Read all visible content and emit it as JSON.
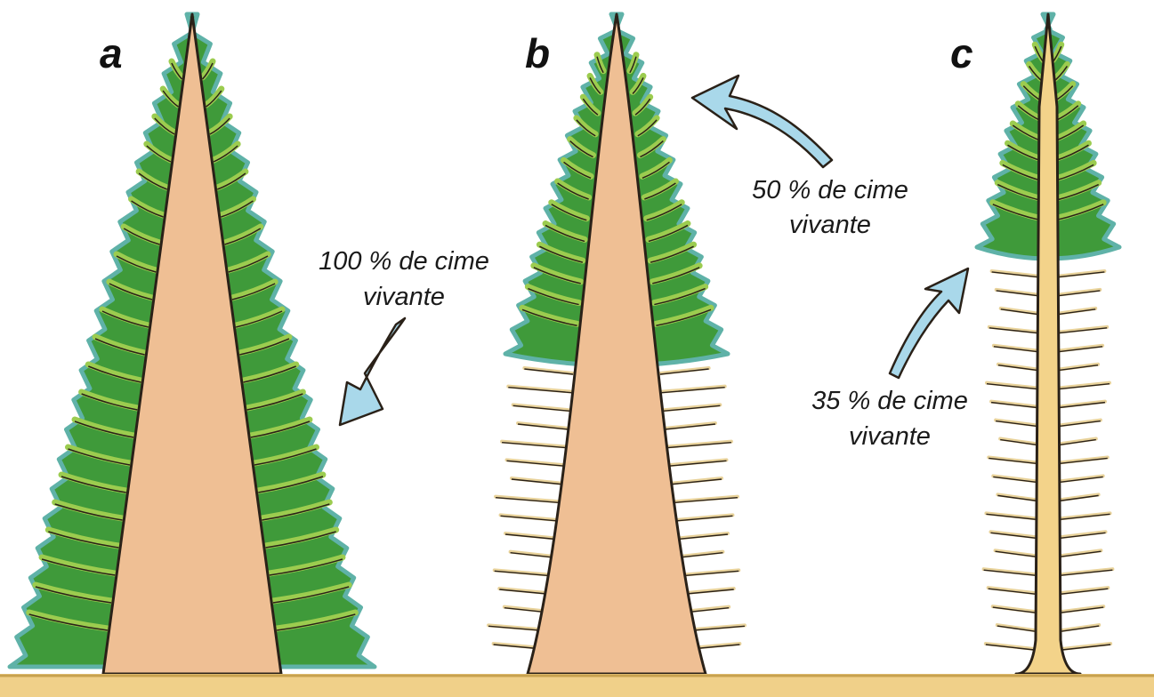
{
  "panels": [
    {
      "letter": "a",
      "caption_line1": "100 % de cime",
      "caption_line2": "vivante",
      "live_crown_percent": 100
    },
    {
      "letter": "b",
      "caption_line1": "50 % de cime",
      "caption_line2": "vivante",
      "live_crown_percent": 50
    },
    {
      "letter": "c",
      "caption_line1": "35 % de cime",
      "caption_line2": "vivante",
      "live_crown_percent": 35
    }
  ],
  "colors": {
    "trunk": "#efbf94",
    "trunk_thin": "#f3d38a",
    "foliage_dark": "#3f9a3a",
    "foliage_light": "#9ccc4f",
    "foliage_edge": "#5fb2a8",
    "outline": "#2a2118",
    "arrow": "#a9d8ea",
    "ground": "#f0d089",
    "ground_line": "#c7a14e",
    "dead_branch": "#e8d29a"
  }
}
